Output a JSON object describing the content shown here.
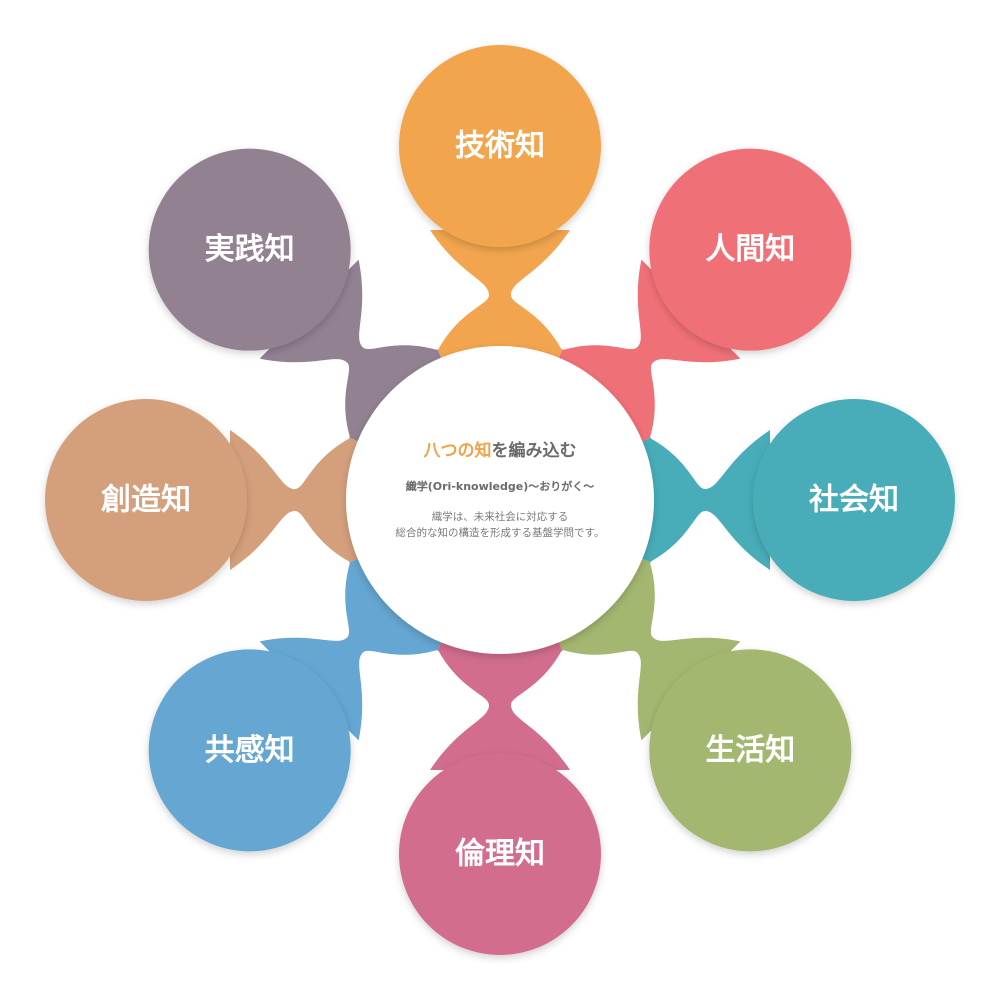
{
  "center": {
    "title_highlight": "八つの知",
    "title_rest": "を編み込む",
    "subtitle": "織学(Ori-knowledge)～おりがく～",
    "description_line1": "織学は、未来社会に対応する",
    "description_line2": "総合的な知の構造を形成する基盤学問です。",
    "highlight_color": "#F2A24A",
    "title_color": "#6a6a6a"
  },
  "nodes": [
    {
      "label": "技術知",
      "color": "#F2A54E"
    },
    {
      "label": "人間知",
      "color": "#F07077"
    },
    {
      "label": "社会知",
      "color": "#48ADB9"
    },
    {
      "label": "生活知",
      "color": "#A3B770"
    },
    {
      "label": "倫理知",
      "color": "#D26D8D"
    },
    {
      "label": "共感知",
      "color": "#65A6D3"
    },
    {
      "label": "創造知",
      "color": "#D4A07C"
    },
    {
      "label": "実践知",
      "color": "#918191"
    }
  ]
}
